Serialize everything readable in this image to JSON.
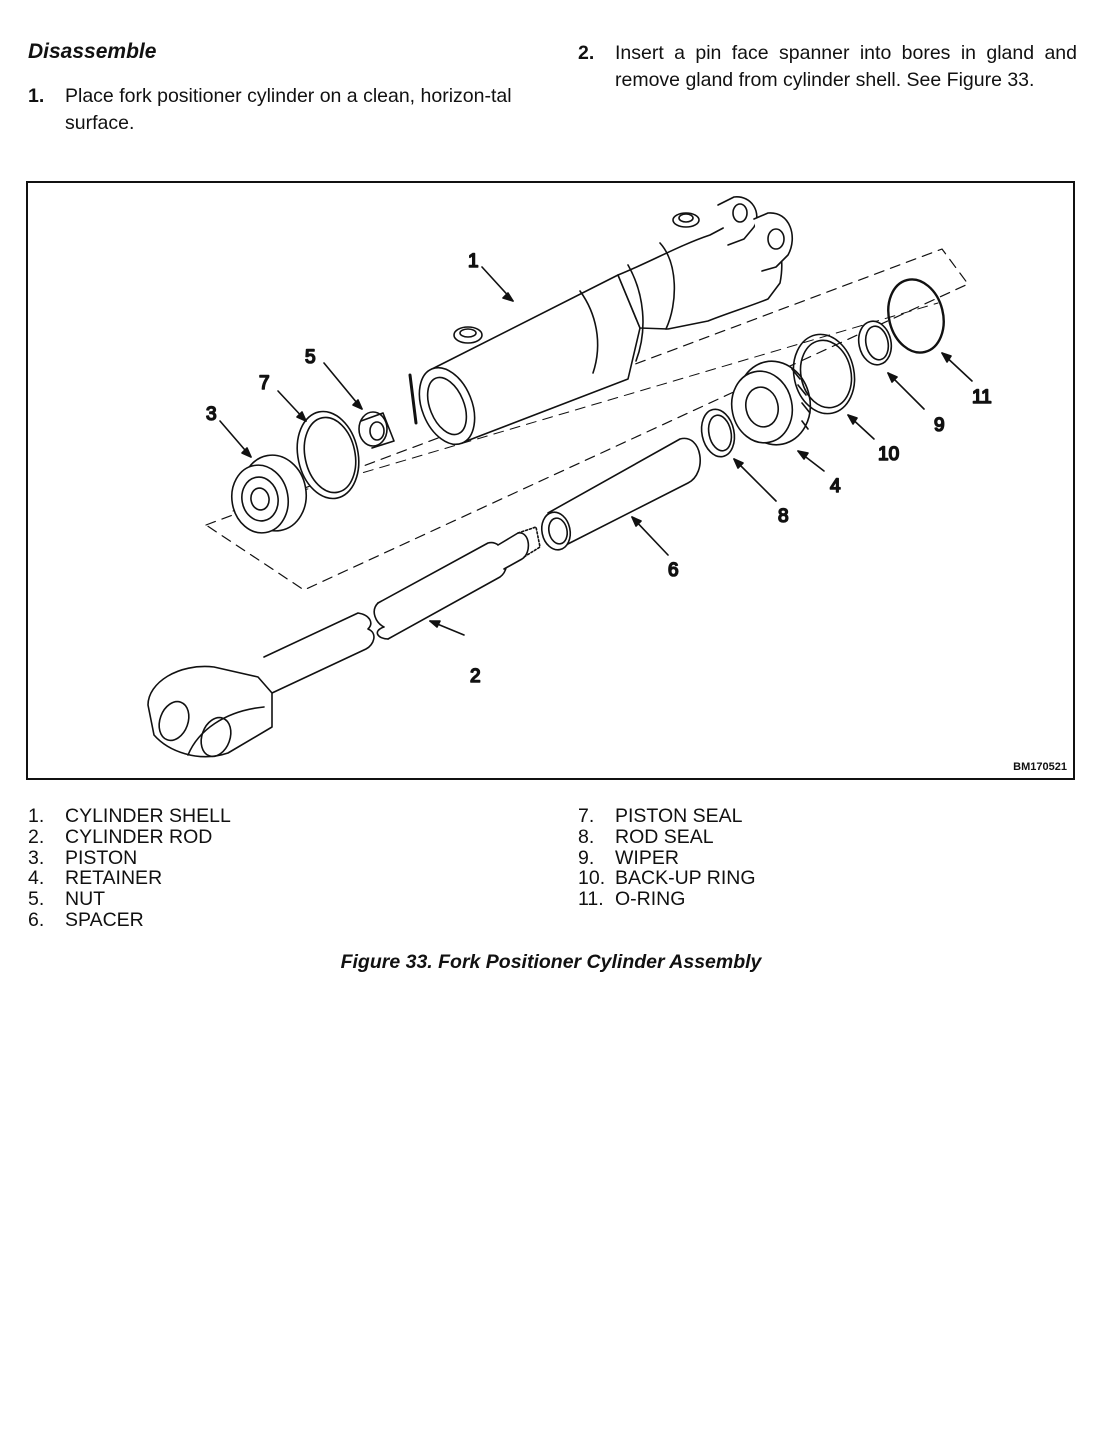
{
  "section": {
    "heading": "Disassemble",
    "steps": [
      {
        "number": "1.",
        "text": "Place fork positioner cylinder on a clean, horizon-tal surface."
      },
      {
        "number": "2.",
        "text": "Insert a pin face spanner into bores in gland and remove gland from cylinder shell. See Figure 33."
      }
    ]
  },
  "figure": {
    "id_label": "BM170521",
    "callouts": [
      "1",
      "2",
      "3",
      "4",
      "5",
      "6",
      "7",
      "8",
      "9",
      "10",
      "11"
    ],
    "legend_left": [
      {
        "number": "1.",
        "label": "CYLINDER SHELL"
      },
      {
        "number": "2.",
        "label": "CYLINDER ROD"
      },
      {
        "number": "3.",
        "label": "PISTON"
      },
      {
        "number": "4.",
        "label": "RETAINER"
      },
      {
        "number": "5.",
        "label": "NUT"
      },
      {
        "number": "6.",
        "label": "SPACER"
      }
    ],
    "legend_right": [
      {
        "number": "7.",
        "label": "PISTON SEAL"
      },
      {
        "number": "8.",
        "label": "ROD SEAL"
      },
      {
        "number": "9.",
        "label": "WIPER"
      },
      {
        "number": "10.",
        "label": "BACK-UP RING"
      },
      {
        "number": "11.",
        "label": "O-RING"
      }
    ],
    "caption": "Figure 33. Fork Positioner Cylinder Assembly"
  }
}
